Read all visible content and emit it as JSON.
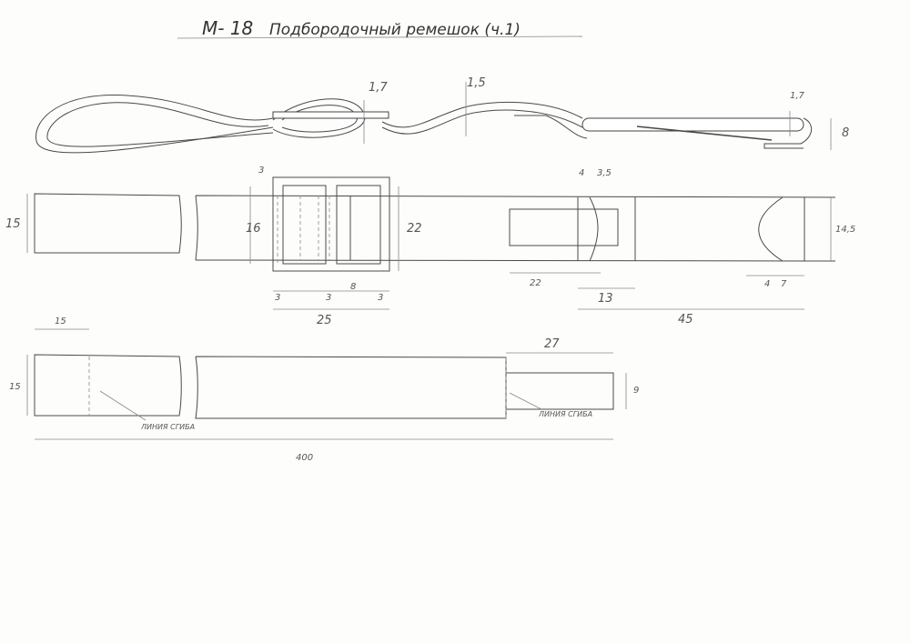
{
  "title": {
    "code": "М- 18",
    "text": "Подбородочный ремешок (ч.1)"
  },
  "side_view": {
    "dims": {
      "loop_thickness": "1,7",
      "strap_thickness": "1,5",
      "hook_thickness": "1,7",
      "hook_height": "8"
    }
  },
  "top_view": {
    "dims": {
      "buckle_frame_top": "3",
      "strap_width": "15",
      "inner_height": "16",
      "buckle_height": "22",
      "bar_a": "3",
      "bar_b": "3",
      "gap": "8",
      "bar_c": "3",
      "buckle_width": "25",
      "tab_length": "22",
      "keeper_a": "4",
      "keeper_b": "3,5",
      "keeper_width": "13",
      "end_section": "45",
      "end_width": "14,5",
      "end_a": "4",
      "end_b": "7"
    }
  },
  "pattern": {
    "dims": {
      "fold_offset": "15",
      "width": "15",
      "tab_length": "27",
      "tab_width": "9",
      "total_length": "400"
    },
    "fold_label_1": "ЛИНИЯ СГИБА",
    "fold_label_2": "ЛИНИЯ СГИБА"
  }
}
